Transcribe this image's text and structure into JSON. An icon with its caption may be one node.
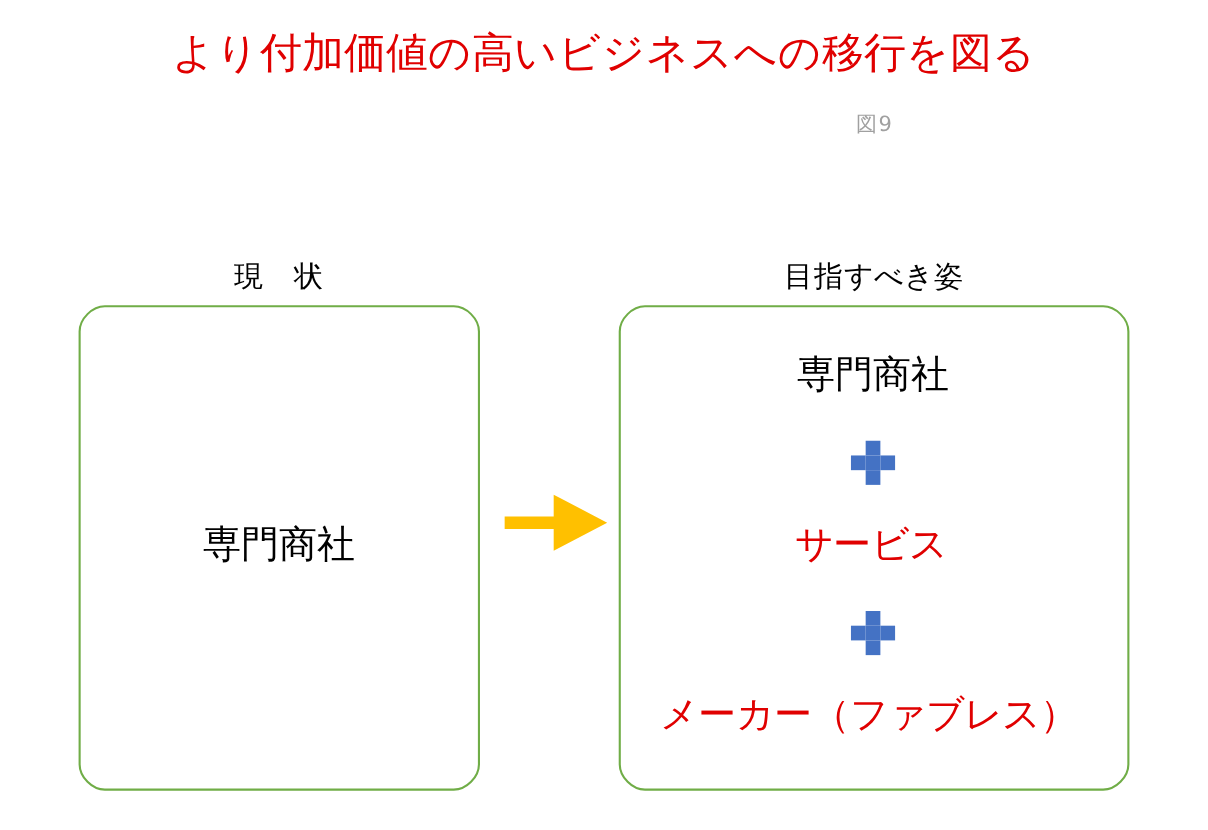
{
  "diagram": {
    "title": "より付加価値の高いビジネスへの移行を図る",
    "nodes": [
      {
        "text": [
          "現　状",
          "専門商社"
        ]
      },
      {
        "text": [
          "目指すべき姿",
          "専門商社",
          "サービス",
          "メーカー（ファブレス）"
        ]
      }
    ],
    "edges": [
      {
        "from": 0,
        "to": 1,
        "arrow": "to",
        "color": "#ffc000"
      }
    ],
    "labels": [
      "図9"
    ]
  }
}
